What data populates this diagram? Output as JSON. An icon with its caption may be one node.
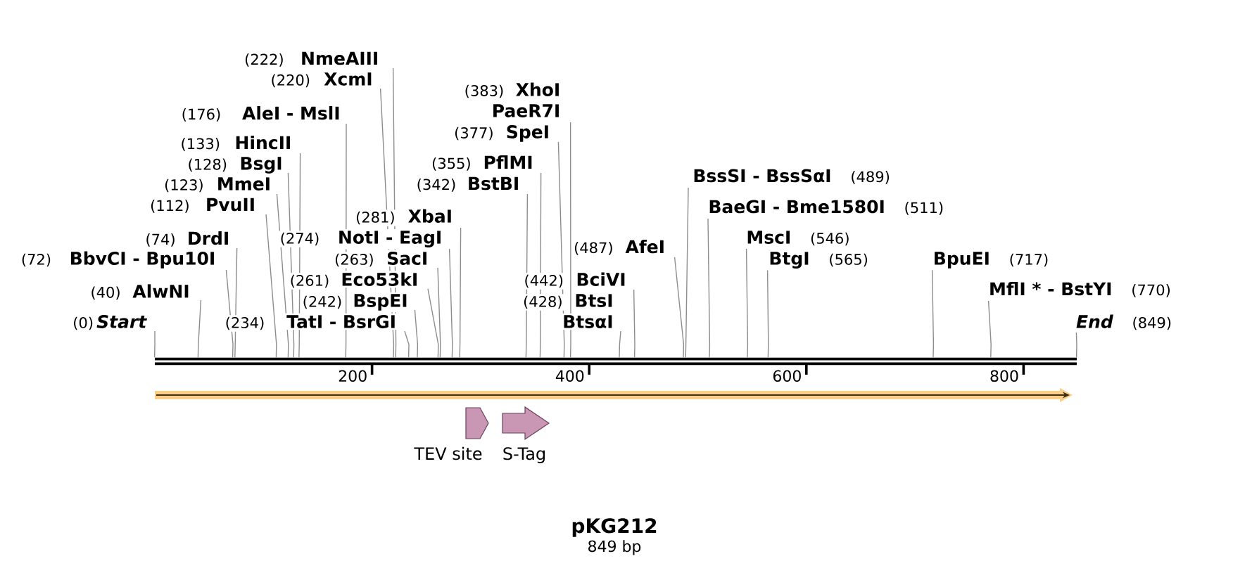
{
  "diagram": {
    "title": "pKG212",
    "caption": "849 bp",
    "nodes": [
      {
        "text": [
          "(222)",
          "NmeAIII"
        ]
      },
      {
        "text": [
          "(220)",
          "XcmI"
        ]
      },
      {
        "text": [
          "(383)",
          "XhoI",
          "PaeR7I"
        ]
      },
      {
        "text": [
          "(176)",
          "AleI - MslI"
        ]
      },
      {
        "text": [
          "(377)",
          "SpeI"
        ]
      },
      {
        "text": [
          "(133)",
          "HincII"
        ]
      },
      {
        "text": [
          "(128)",
          "BsgI"
        ]
      },
      {
        "text": [
          "(355)",
          "PflMI"
        ]
      },
      {
        "text": [
          "(123)",
          "MmeI"
        ]
      },
      {
        "text": [
          "(342)",
          "BstBI"
        ]
      },
      {
        "text": [
          "BssSI - BssSαI",
          "(489)"
        ]
      },
      {
        "text": [
          "(112)",
          "PvuII"
        ]
      },
      {
        "text": [
          "BaeGI - Bme1580I",
          "(511)"
        ]
      },
      {
        "text": [
          "(281)",
          "XbaI"
        ]
      },
      {
        "text": [
          "(74)",
          "DrdI"
        ]
      },
      {
        "text": [
          "(274)",
          "NotI - EagI"
        ]
      },
      {
        "text": [
          "MscI",
          "(546)"
        ]
      },
      {
        "text": [
          "(487)",
          "AfeI"
        ]
      },
      {
        "text": [
          "(72)",
          "BbvCI - Bpu10I"
        ]
      },
      {
        "text": [
          "(263)",
          "SacI"
        ]
      },
      {
        "text": [
          "BtgI",
          "(565)"
        ]
      },
      {
        "text": [
          "BpuEI",
          "(717)"
        ]
      },
      {
        "text": [
          "(261)",
          "Eco53kI"
        ]
      },
      {
        "text": [
          "(442)",
          "BciVI"
        ]
      },
      {
        "text": [
          "(40)",
          "AlwNI"
        ]
      },
      {
        "text": [
          "MflI * - BstYI",
          "(770)"
        ]
      },
      {
        "text": [
          "(242)",
          "BspEI"
        ]
      },
      {
        "text": [
          "(428)",
          "BtsI",
          "BtsαI"
        ]
      },
      {
        "text": [
          "(0)",
          "Start"
        ]
      },
      {
        "text": [
          "(234)",
          "TatI - BsrGI"
        ]
      },
      {
        "text": [
          "End",
          "(849)"
        ]
      },
      {
        "text": [],
        "shape": "bar"
      },
      {
        "text": [],
        "shape": "arrow"
      },
      {
        "text": [
          "TEV site"
        ]
      },
      {
        "text": [
          "S-Tag"
        ]
      }
    ],
    "edges": [
      {
        "from": 0,
        "to": 31,
        "arrow": "none"
      },
      {
        "from": 1,
        "to": 31,
        "arrow": "none"
      },
      {
        "from": 2,
        "to": 31,
        "arrow": "none"
      },
      {
        "from": 3,
        "to": 31,
        "arrow": "none"
      },
      {
        "from": 4,
        "to": 31,
        "arrow": "none"
      },
      {
        "from": 5,
        "to": 31,
        "arrow": "none"
      },
      {
        "from": 6,
        "to": 31,
        "arrow": "none"
      },
      {
        "from": 7,
        "to": 31,
        "arrow": "none"
      },
      {
        "from": 8,
        "to": 31,
        "arrow": "none"
      },
      {
        "from": 9,
        "to": 31,
        "arrow": "none"
      },
      {
        "from": 10,
        "to": 31,
        "arrow": "none"
      },
      {
        "from": 11,
        "to": 31,
        "arrow": "none"
      },
      {
        "from": 12,
        "to": 31,
        "arrow": "none"
      },
      {
        "from": 13,
        "to": 31,
        "arrow": "none"
      },
      {
        "from": 14,
        "to": 31,
        "arrow": "none"
      },
      {
        "from": 15,
        "to": 31,
        "arrow": "none"
      },
      {
        "from": 16,
        "to": 31,
        "arrow": "none"
      },
      {
        "from": 17,
        "to": 31,
        "arrow": "none"
      },
      {
        "from": 18,
        "to": 31,
        "arrow": "none"
      },
      {
        "from": 19,
        "to": 31,
        "arrow": "none"
      },
      {
        "from": 20,
        "to": 31,
        "arrow": "none"
      },
      {
        "from": 21,
        "to": 31,
        "arrow": "none"
      },
      {
        "from": 22,
        "to": 31,
        "arrow": "none"
      },
      {
        "from": 23,
        "to": 31,
        "arrow": "none"
      },
      {
        "from": 24,
        "to": 31,
        "arrow": "none"
      },
      {
        "from": 25,
        "to": 31,
        "arrow": "none"
      },
      {
        "from": 26,
        "to": 31,
        "arrow": "none"
      },
      {
        "from": 27,
        "to": 31,
        "arrow": "none"
      },
      {
        "from": 28,
        "to": 31,
        "arrow": "none"
      },
      {
        "from": 29,
        "to": 31,
        "arrow": "none"
      },
      {
        "from": 30,
        "to": 31,
        "arrow": "none"
      }
    ],
    "labels": [
      "200",
      "400",
      "600",
      "800"
    ]
  }
}
